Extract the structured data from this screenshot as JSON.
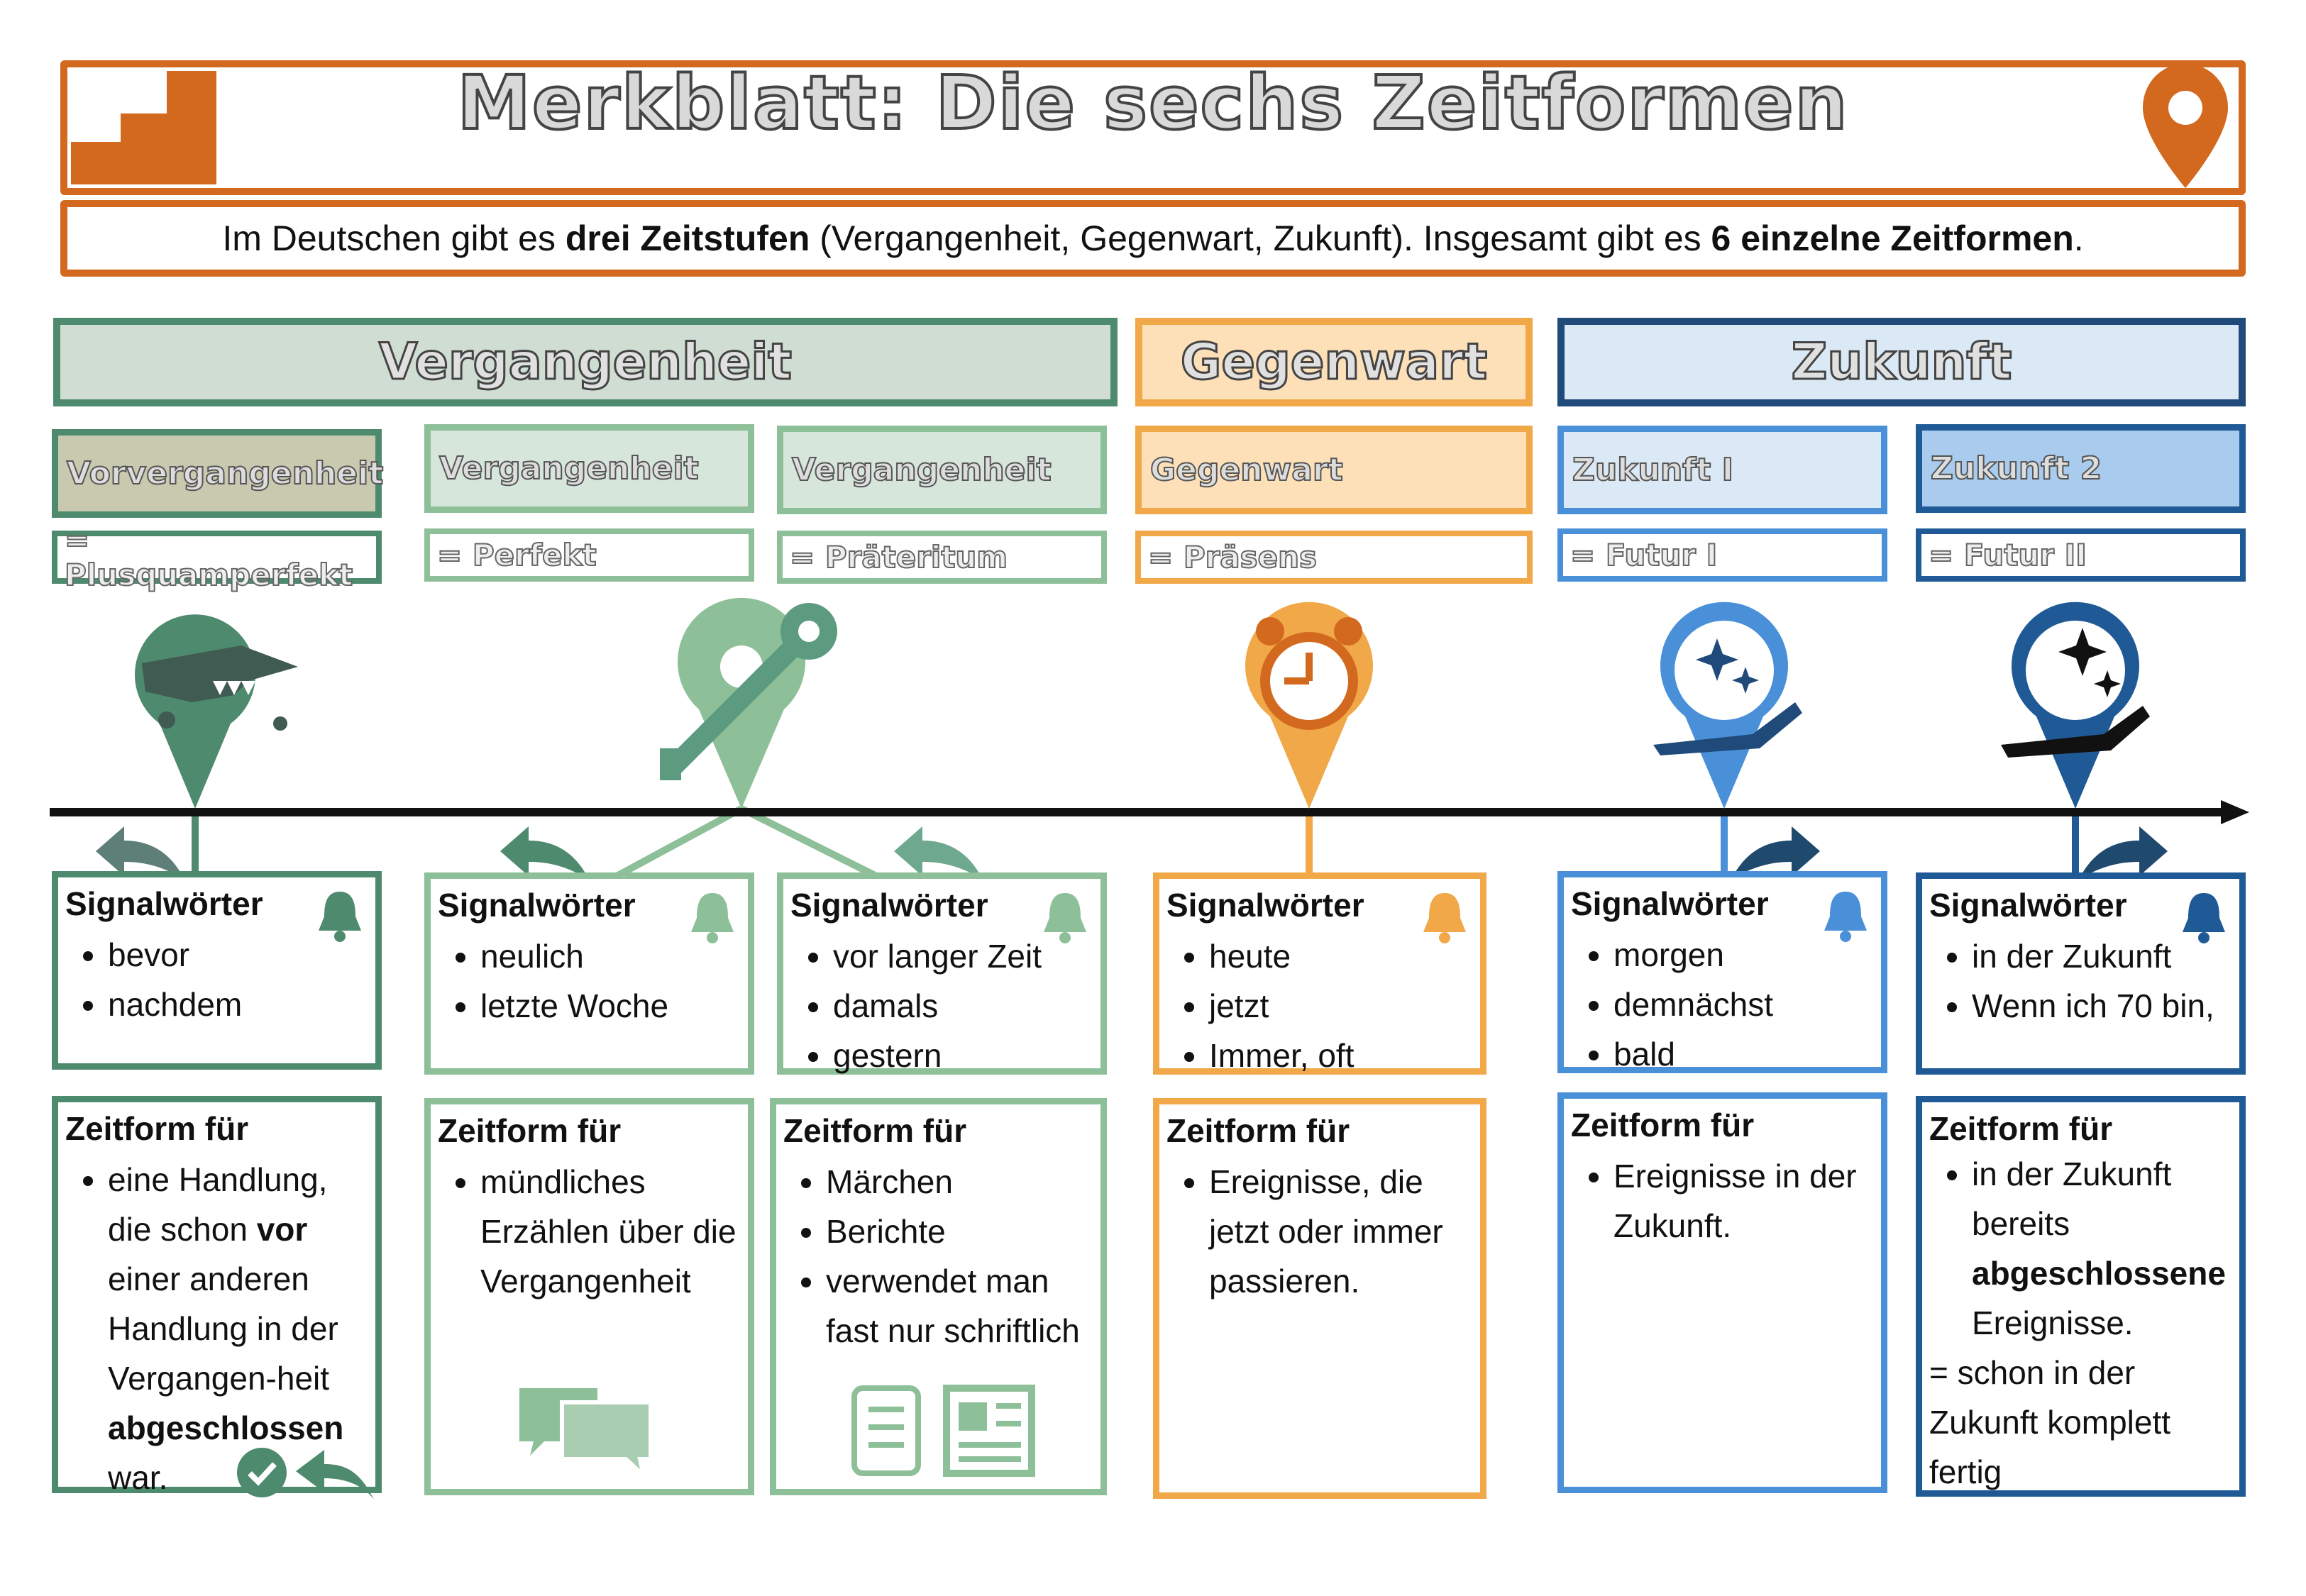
{
  "header": {
    "title": "Merkblatt: Die sechs Zeitformen",
    "intro": {
      "t1": "Im Deutschen gibt es ",
      "b1": "drei Zeitstufen",
      "t2": " (Vergangenheit, Gegenwart, Zukunft). Insgesamt gibt es ",
      "b2": "6 einzelne Zeitformen",
      "t3": "."
    },
    "icons": [
      "stairs-icon",
      "map-pin-icon"
    ]
  },
  "groups": {
    "past": "Vergangenheit",
    "present": "Gegenwart",
    "future": "Zukunft"
  },
  "colors": {
    "orange": "#d2691e",
    "past_dark": "#4e8a6e",
    "past_light": "#8dbf98",
    "present": "#f0a849",
    "future_light": "#4a90d9",
    "future_dark": "#1f5a96"
  },
  "tenses": [
    {
      "name": "Vorvergangenheit",
      "term": "= Plusquamperfekt",
      "icon": "dinosaur-icon",
      "signal_heading": "Signalwörter",
      "signals": [
        "bevor",
        "nachdem"
      ],
      "use_heading": "Zeitform für",
      "use": {
        "t1": "eine Handlung, die schon ",
        "b1": "vor",
        "t2": " einer anderen Handlung in der Vergangen-heit ",
        "b2": "abgeschlossen",
        "t3": " war."
      }
    },
    {
      "name": "Vergangenheit",
      "term": "= Perfekt",
      "icon": "key-icon",
      "signal_heading": "Signalwörter",
      "signals": [
        "neulich",
        "letzte Woche"
      ],
      "use_heading": "Zeitform für",
      "use_items": [
        "mündliches Erzählen über die Vergangenheit"
      ]
    },
    {
      "name": "Vergangenheit",
      "term": "= Präteritum",
      "icon": "key-icon",
      "signal_heading": "Signalwörter",
      "signals": [
        "vor langer Zeit",
        "damals",
        "gestern"
      ],
      "use_heading": "Zeitform für",
      "use_items": [
        "Märchen",
        "Berichte",
        "verwendet man fast nur schriftlich"
      ]
    },
    {
      "name": "Gegenwart",
      "term": "= Präsens",
      "icon": "alarm-clock-icon",
      "signal_heading": "Signalwörter",
      "signals": [
        "heute",
        "jetzt",
        "Immer, oft"
      ],
      "use_heading": "Zeitform für",
      "use_items": [
        "Ereignisse, die jetzt oder immer passieren."
      ]
    },
    {
      "name": "Zukunft I",
      "term": "= Futur I",
      "icon": "crystal-ball-icon",
      "signal_heading": "Signalwörter",
      "signals": [
        "morgen",
        "demnächst",
        "bald"
      ],
      "use_heading": "Zeitform für",
      "use_items": [
        "Ereignisse in der Zukunft."
      ]
    },
    {
      "name": "Zukunft 2",
      "term": "= Futur II",
      "icon": "crystal-ball-icon",
      "signal_heading": "Signalwörter",
      "signals": [
        "in der Zukunft",
        "Wenn ich 70 bin,"
      ],
      "use_heading": "Zeitform für",
      "use": {
        "t1": "in der Zukunft bereits ",
        "b1": "abgeschlossene",
        "t2": " Ereignisse.",
        "p1": "= schon in der Zukunft komplett fertig"
      }
    }
  ]
}
